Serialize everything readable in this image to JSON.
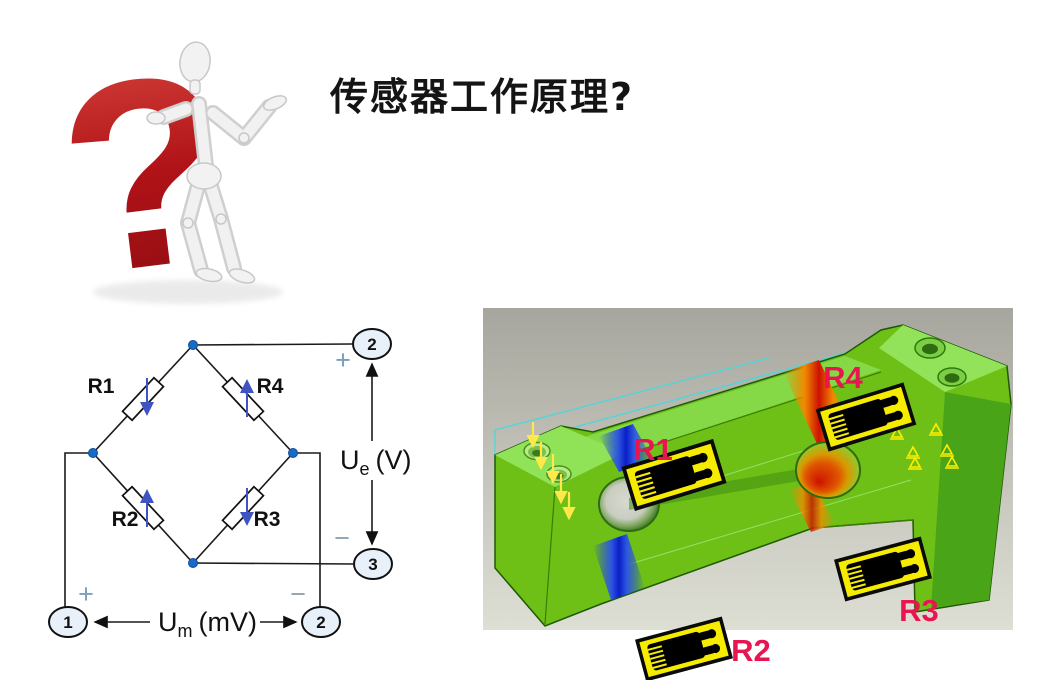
{
  "slide": {
    "title": "传感器工作原理?",
    "background": "#ffffff"
  },
  "question_figure": {
    "glyph": "?",
    "mark_color": "#b01217"
  },
  "bridge": {
    "resistors": {
      "r1": "R1",
      "r2": "R2",
      "r3": "R3",
      "r4": "R4"
    },
    "terminals": {
      "excitation_plus": "2",
      "excitation_minus": "3",
      "output_plus": "1",
      "output_minus": "2"
    },
    "excitation": {
      "symbol": "U",
      "subscript": "e",
      "unit": "(V)"
    },
    "output": {
      "symbol": "U",
      "subscript": "m",
      "unit": "(mV)"
    },
    "signs": {
      "plus": "+",
      "minus": "−"
    },
    "colors": {
      "wire": "#1a1a1a",
      "node_dot": "#1a6bc4",
      "terminal_fill": "#e8f1fa",
      "strain_arrow": "#4053c2",
      "plus_sign": "#7aa0bf",
      "minus_sign": "#8fa3b3"
    }
  },
  "load_cell": {
    "gauges": {
      "r1": "R1",
      "r2": "R2",
      "r3": "R3",
      "r4": "R4"
    },
    "colors": {
      "label": "#e81550",
      "gauge_yellow": "#f6ec00",
      "body_green": "#6fc016",
      "tension_red": "#cc1200",
      "compression_blue": "#0a1ec8",
      "wireframe_cyan": "#40dbe0",
      "load_arrow_yellow": "#ffe84a",
      "background_top": "#a6a69e",
      "background_bottom": "#dedfd4"
    }
  }
}
